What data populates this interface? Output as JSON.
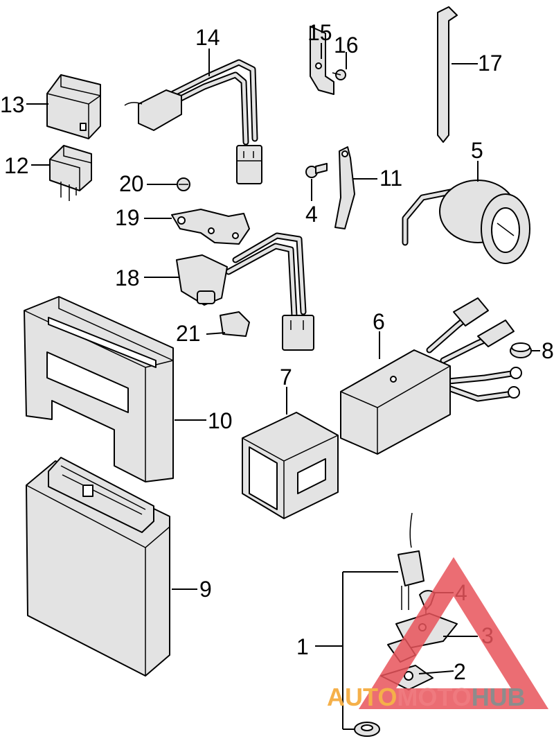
{
  "callouts": {
    "c1": "1",
    "c2": "2",
    "c3": "3",
    "c4a": "4",
    "c4b": "4",
    "c5": "5",
    "c6": "6",
    "c7": "7",
    "c8": "8",
    "c9": "9",
    "c10": "10",
    "c11": "11",
    "c12": "12",
    "c13": "13",
    "c14": "14",
    "c15": "15",
    "c16": "16",
    "c17": "17",
    "c18": "18",
    "c19": "19",
    "c20": "20",
    "c21": "21"
  },
  "watermark": {
    "part1": "AUTO",
    "part2": "MOTO",
    "part3": "HUB",
    "colors": {
      "orange": "#f5b04a",
      "pink": "#ef7a7f",
      "gray": "#8c8c8c",
      "red": "#e8545a"
    }
  }
}
